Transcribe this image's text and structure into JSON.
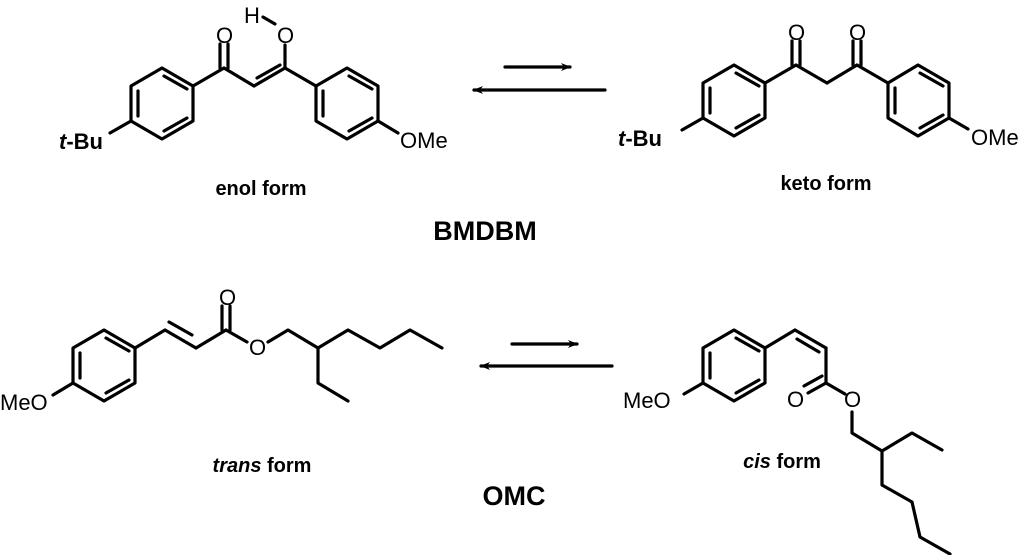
{
  "bmdbm": {
    "name": "BMDBM",
    "enol": {
      "label": "enol form",
      "atoms": {
        "h": "H",
        "o_hydroxy": "O",
        "o_carbonyl": "O",
        "tbu_t": "t",
        "tbu_rest": "-Bu",
        "ome": "OMe"
      }
    },
    "keto": {
      "label": "keto form",
      "atoms": {
        "o1": "O",
        "o2": "O",
        "tbu_t": "t",
        "tbu_rest": "-Bu",
        "ome": "OMe"
      }
    }
  },
  "omc": {
    "name": "OMC",
    "trans": {
      "label_italic": "trans",
      "label_rest": " form",
      "atoms": {
        "meo": "MeO",
        "o_carbonyl": "O",
        "o_ester": "O"
      }
    },
    "cis": {
      "label_italic": "cis",
      "label_rest": " form",
      "atoms": {
        "meo": "MeO",
        "o_carbonyl": "O",
        "o_ester": "O"
      }
    }
  },
  "colors": {
    "ink": "#000000",
    "background": "#ffffff"
  }
}
